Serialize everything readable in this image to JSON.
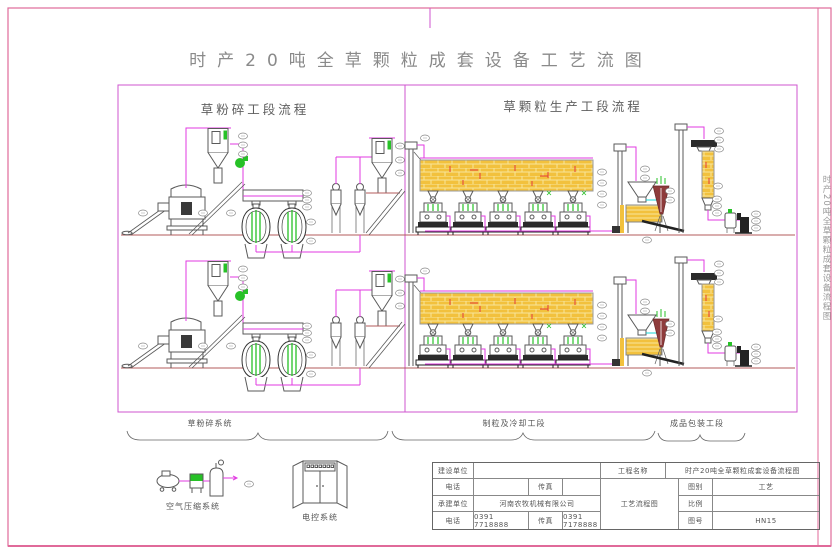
{
  "page": {
    "title": "时产20吨全草颗粒成套设备工艺流图",
    "right_margin_text": "时产20吨全草颗粒成套设备流程图"
  },
  "sections": {
    "left_header": "草粉碎工段流程",
    "right_header": "草颗粒生产工段流程"
  },
  "stage_labels": {
    "left": "草粉碎系统",
    "middle": "制粒及冷却工段",
    "right": "成品包装工段"
  },
  "aux_systems": {
    "air_compressor": "空气压缩系统",
    "electric_control": "电控系统"
  },
  "title_block": {
    "construction_unit_label": "建设单位",
    "construction_unit_value": "",
    "phone1_label": "电话",
    "phone1_value": "",
    "fax1_label": "传真",
    "fax1_value": "",
    "contractor_label": "承建单位",
    "contractor_value": "河南农牧机械有限公司",
    "phone2_label": "电话",
    "phone2_value": "0391 7718888",
    "fax2_label": "传真",
    "fax2_value": "0391 7178888",
    "project_name_label": "工程名称",
    "project_name_value": "时产20吨全草颗粒成套设备流程图",
    "drawing_type_cell": "工艺流程图",
    "category_label": "图别",
    "category_value": "工艺",
    "scale_label": "比例",
    "scale_value": "",
    "number_label": "图号",
    "number_value": "HN15"
  },
  "colors": {
    "pipe": "#e23ae2",
    "frame": "#cf55cf",
    "border_pink": "#e06a9a",
    "ground": "#b35b5b",
    "yellow": "#f2c13d",
    "yellow_light": "#f8e59a",
    "red": "#e43c3c",
    "green": "#27c127",
    "cyan": "#17d6d6",
    "maroon": "#8e3b3b",
    "dark": "#222222",
    "line_gray": "#5a5a5a"
  }
}
